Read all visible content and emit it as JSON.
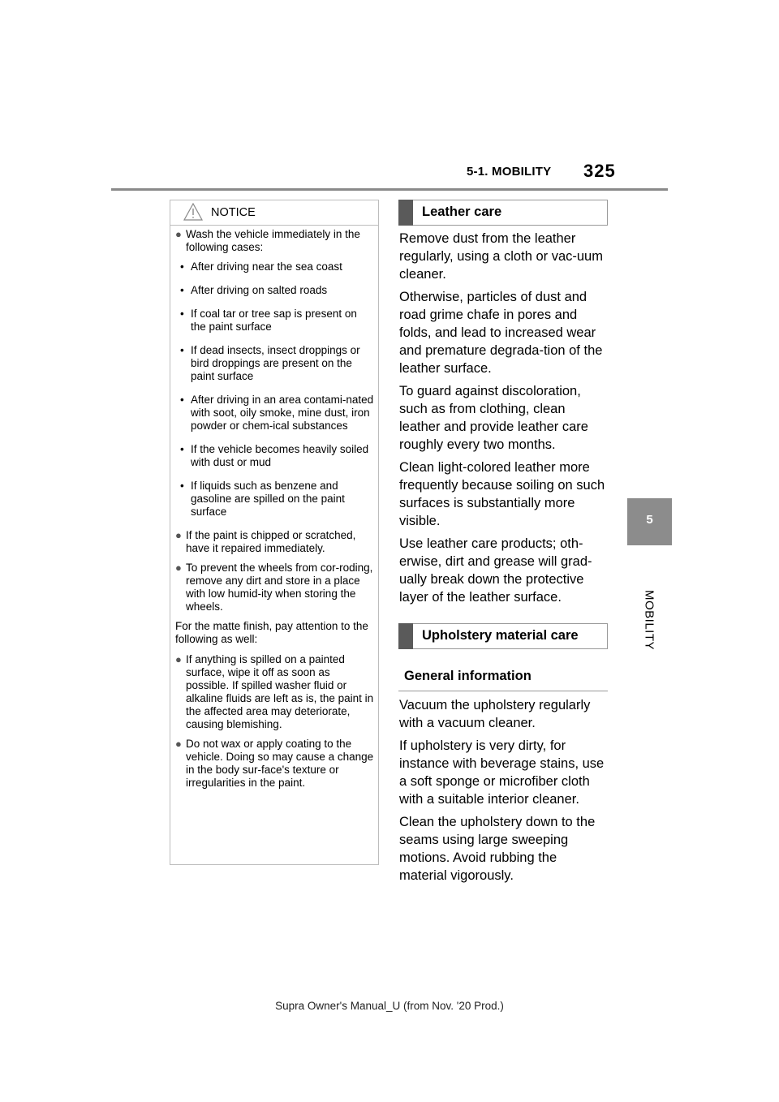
{
  "header": {
    "section": "5-1. MOBILITY",
    "page_number": "325"
  },
  "side_tab": {
    "number": "5",
    "label": "MOBILITY"
  },
  "notice": {
    "title": "NOTICE",
    "icon": "warning-triangle-icon",
    "items": [
      {
        "type": "bullet",
        "text": "Wash the vehicle immediately in the following cases:"
      },
      {
        "type": "sub",
        "text": "After driving near the sea coast"
      },
      {
        "type": "sub",
        "text": "After driving on salted roads"
      },
      {
        "type": "sub",
        "text": "If coal tar or tree sap is present on the paint surface"
      },
      {
        "type": "sub",
        "text": "If dead insects, insect droppings or bird droppings are present on the paint surface"
      },
      {
        "type": "sub",
        "text": "After driving in an area contami-nated with soot, oily smoke, mine dust, iron powder or chem-ical substances"
      },
      {
        "type": "sub",
        "text": "If the vehicle becomes heavily soiled with dust or mud"
      },
      {
        "type": "sub",
        "text": "If liquids such as benzene and gasoline are spilled on the paint surface"
      },
      {
        "type": "bullet",
        "text": "If the paint is chipped or scratched, have it repaired immediately."
      },
      {
        "type": "bullet",
        "text": "To prevent the wheels from cor-roding, remove any dirt and store in a place with low humid-ity when storing the wheels."
      },
      {
        "type": "plain",
        "text": "For the matte finish, pay attention to the following as well:"
      },
      {
        "type": "bullet",
        "text": "If anything is spilled on a painted surface, wipe it off as soon as possible. If spilled washer fluid or alkaline fluids are left as is, the paint in the affected area may deteriorate, causing blemishing."
      },
      {
        "type": "bullet",
        "text": "Do not wax or apply coating to the vehicle. Doing so may cause a change in the body sur-face's texture or irregularities in the paint."
      }
    ]
  },
  "leather_care": {
    "heading": "Leather care",
    "paragraphs": [
      "Remove dust from the leather regularly, using a cloth or vac-uum cleaner.",
      "Otherwise, particles of dust and road grime chafe in pores and folds, and lead to increased wear and premature degrada-tion of the leather surface.",
      "To guard against discoloration, such as from clothing, clean leather and provide leather care roughly every two months.",
      "Clean light-colored leather more frequently because soiling on such surfaces is substantially more visible.",
      "Use leather care products; oth-erwise, dirt and grease will grad-ually break down the protective layer of the leather surface."
    ]
  },
  "upholstery_care": {
    "heading": "Upholstery material care",
    "subheading": "General information",
    "paragraphs": [
      "Vacuum the upholstery regularly with a vacuum cleaner.",
      "If upholstery is very dirty, for instance with beverage stains, use a soft sponge or microfiber cloth with a suitable interior cleaner.",
      "Clean the upholstery down to the seams using large sweeping motions. Avoid rubbing the material vigorously."
    ]
  },
  "footer": {
    "text": "Supra Owner's Manual_U (from Nov. '20 Prod.)"
  },
  "colors": {
    "tab_gray": "#8c8c8c",
    "rule_gray": "#8a8a8a",
    "heading_bar": "#5a5a5a"
  }
}
